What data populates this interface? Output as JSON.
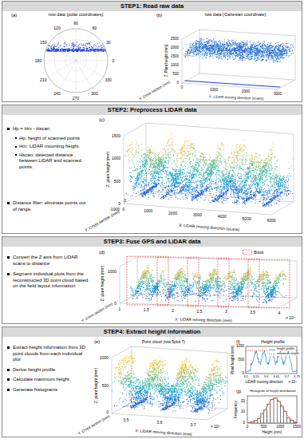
{
  "diagram": {
    "nodes": [
      {
        "text": [
          "STEP1: Read raw data"
        ]
      },
      {
        "text": [
          "STEP2: Preprocess LiDAR data",
          "Hp = Hm - Hscan",
          "Hp: height of scanned points",
          "Hm: LiDAR mounting height.",
          "Hscan: detected distance between LiDAR and scanned points.",
          "Distance filter: eliminate points out of range."
        ]
      },
      {
        "text": [
          "STEP3: Fuse GPS and LiDAR data",
          "Convert the Z axis from LiDAR scans to distance",
          "Segment individual plots from the reconstructed 3D point cloud based on the field layout information"
        ]
      },
      {
        "text": [
          "STEP4: Extract height information",
          "Extract height information from 3D point clouds from each individual plot",
          "Derive height profile",
          "Calculate maximum height",
          "Generate histograms"
        ]
      }
    ],
    "labels": [
      "(a)",
      "row data (polar coordinates)",
      "0",
      "30",
      "60",
      "90",
      "120",
      "150",
      "180",
      "210",
      "240",
      "270",
      "300",
      "330",
      "(b)",
      "row data (Cartesian coordinate)",
      "0",
      "500",
      "1000",
      "1500",
      "2000",
      "2500",
      "Z: Plant height (mm)",
      "0",
      "1000",
      "2000",
      "3000",
      "Y: Cross section (mm)",
      "X: LiDAR moving direction (scans)",
      "(c)",
      "0",
      "500",
      "1000",
      "1500",
      "Z: plant height (mm)",
      "-1000",
      "0",
      "Y: Cross section (mm)",
      "0",
      "1000",
      "2000",
      "3000",
      "4000",
      "5000",
      "6000",
      "X: LiDAR moving direction (scans)",
      "(d)",
      "0",
      "1000",
      "Z: plant height (mm)",
      "Y: Cross section (mm)",
      "1",
      "1.5",
      "2",
      "2.5",
      "3",
      "3.5",
      "4",
      "× 10⁴",
      "X: LiDAR moving direction (mm)",
      "(e)",
      "Point cloud (row:5plot:7)",
      "0",
      "500",
      "1000",
      "Z: plant height (mm)",
      "Y: Cross section (mm)",
      "3.5",
      "3.6",
      "3.7",
      "× 10⁴",
      "X: LiDAR moving direction (mm)",
      "(f)",
      "Height profile",
      "0",
      "500",
      "1000",
      "Plant height (mm)",
      "3.5",
      "3.55",
      "3.6",
      "3.65",
      "3.7",
      "3.75",
      "LiDAR moving direction",
      "× 10⁴",
      "(g)",
      "Histogram of height distribution",
      "0",
      "10",
      "20",
      "Frequency",
      "0",
      "500",
      "1000",
      "1500",
      "Height (mm)"
    ],
    "legend": [
      {
        "text": "Block"
      },
      {
        "text": "height profile"
      },
      {
        "text": "maximum height"
      }
    ]
  }
}
